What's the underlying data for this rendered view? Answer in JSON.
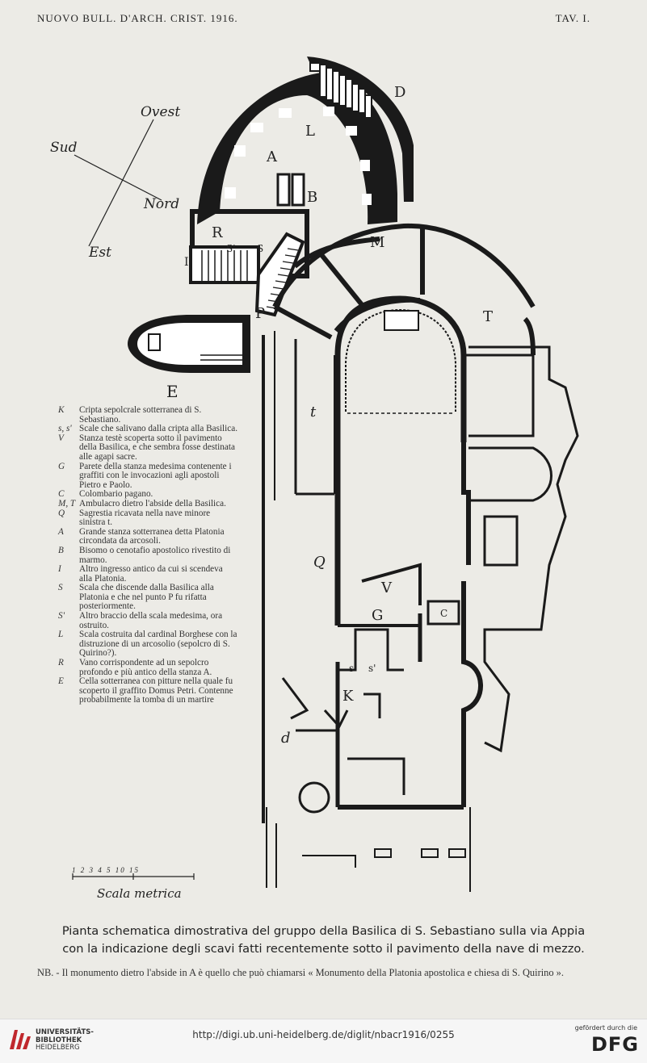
{
  "header": {
    "journal": "NUOVO BULL. D'ARCH. CRIST. 1916.",
    "plate": "TAV. I."
  },
  "plan": {
    "orientation": {
      "ovest": "Ovest",
      "sud": "Sud",
      "nord": "Nord",
      "est": "Est"
    },
    "labels": {
      "D": "D",
      "L": "L",
      "A": "A",
      "B": "B",
      "R": "R",
      "S_prime": "S'",
      "S": "S",
      "M": "M",
      "I": "I",
      "P": "P",
      "T": "T",
      "E": "E",
      "t": "t",
      "Q": "Q",
      "V": "V",
      "G": "G",
      "C": "C",
      "s": "s",
      "s_prime": "s'",
      "K": "K",
      "d": "d"
    }
  },
  "legend": [
    {
      "key": "K",
      "text": "Cripta sepolcrale sotterranea di S. Sebastiano."
    },
    {
      "key": "s, s'",
      "text": "Scale che salivano dalla cripta alla Basilica."
    },
    {
      "key": "V",
      "text": "Stanza testè scoperta sotto il pavimento della Basilica, e che sembra fosse destinata alle agapi sacre."
    },
    {
      "key": "G",
      "text": "Parete della stanza medesima contenente i graffiti con le invocazioni agli apostoli Pietro e Paolo."
    },
    {
      "key": "C",
      "text": "Colombario pagano."
    },
    {
      "key": "M, T",
      "text": "Ambulacro dietro l'abside della Basilica."
    },
    {
      "key": "Q",
      "text": "Sagrestia ricavata nella nave minore sinistra t."
    },
    {
      "key": "A",
      "text": "Grande stanza sotterranea detta Platonia circondata da arcosoli."
    },
    {
      "key": "B",
      "text": "Bisomo o cenotafio apostolico rivestito di marmo."
    },
    {
      "key": "I",
      "text": "Altro ingresso antico da cui si scendeva alla Platonia."
    },
    {
      "key": "S",
      "text": "Scala che discende dalla Basilica alla Platonia e che nel punto P fu rifatta posteriormente."
    },
    {
      "key": "S'",
      "text": "Altro braccio della scala medesima, ora ostruito."
    },
    {
      "key": "L",
      "text": "Scala costruita dal cardinal Borghese con la distruzione di un arcosolio (sepolcro di S. Quirino?)."
    },
    {
      "key": "R",
      "text": "Vano corrispondente ad un sepolcro profondo e più antico della stanza A."
    },
    {
      "key": "E",
      "text": "Cella sotterranea con pitture nella quale fu scoperto il graffito Domus Petri. Contenne probabilmente la tomba di un martire"
    }
  ],
  "scale": {
    "numbers": "1 2 3 4 5    10    15",
    "label": "Scala metrica"
  },
  "caption": {
    "line1": "Pianta schematica dimostrativa del gruppo della Basilica di S. Sebastiano sulla via Appia",
    "line2": "con la indicazione degli scavi fatti recentemente sotto il pavimento della nave di mezzo."
  },
  "note": "NB. - Il monumento dietro l'abside in A è quello che può chiamarsi « Monumento della Platonia apostolica e chiesa di S. Quirino ».",
  "footer": {
    "uni_line1": "UNIVERSITÄTS-",
    "uni_line2": "BIBLIOTHEK",
    "uni_line3": "HEIDELBERG",
    "url": "http://digi.ub.uni-heidelberg.de/diglit/nbacr1916/0255",
    "sponsor": "gefördert durch die",
    "dfg": "DFG"
  }
}
